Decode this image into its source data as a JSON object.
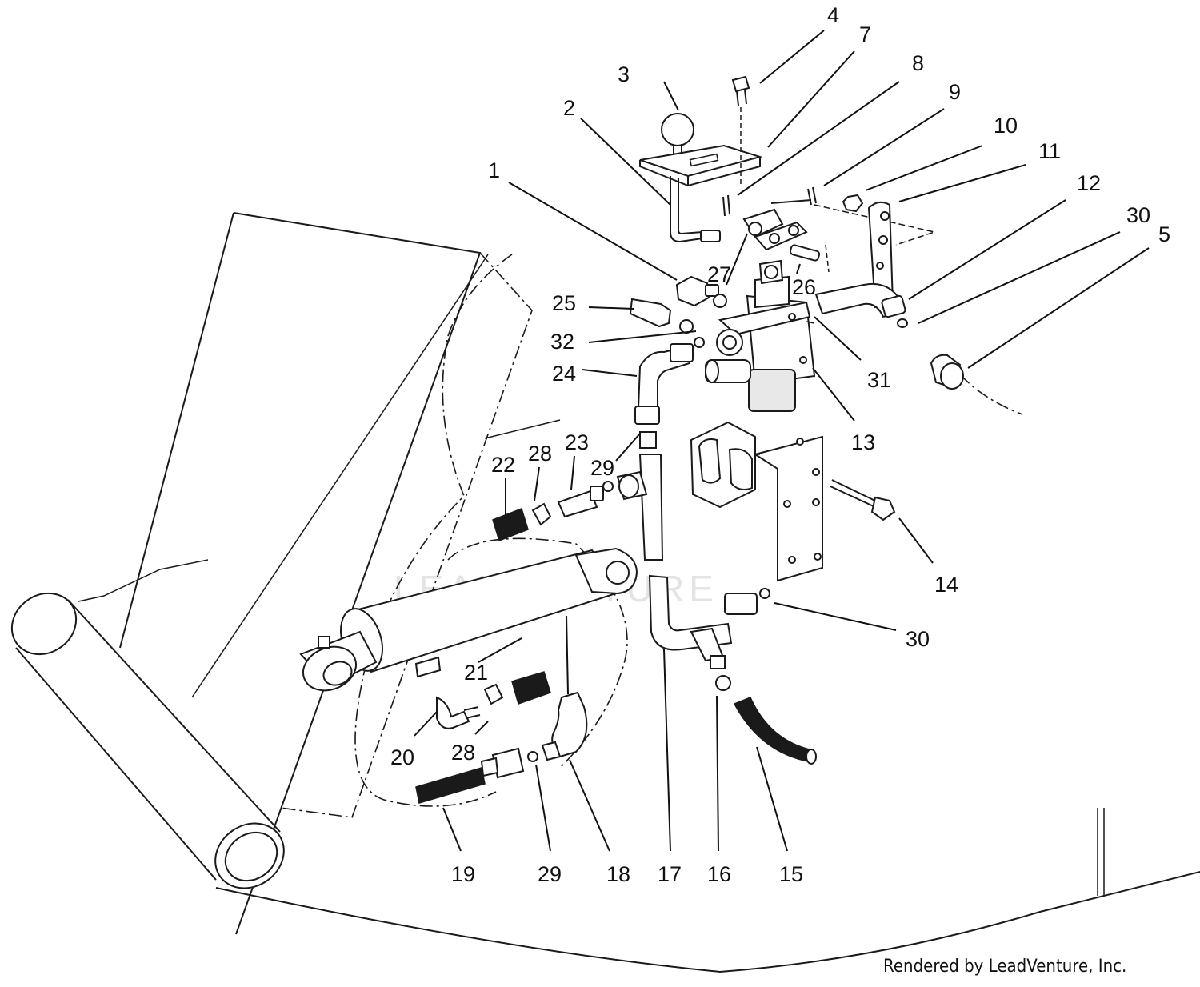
{
  "watermark": "LEADVENTURE",
  "credit": "Rendered by LeadVenture, Inc.",
  "colors": {
    "ink": "#1a1a1a",
    "background": "#ffffff",
    "watermark": "#e4e4e4"
  },
  "callouts": [
    {
      "id": "c1",
      "label": "1"
    },
    {
      "id": "c2",
      "label": "2"
    },
    {
      "id": "c3",
      "label": "3"
    },
    {
      "id": "c4",
      "label": "4"
    },
    {
      "id": "c5",
      "label": "5"
    },
    {
      "id": "c7",
      "label": "7"
    },
    {
      "id": "c8",
      "label": "8"
    },
    {
      "id": "c9",
      "label": "9"
    },
    {
      "id": "c10",
      "label": "10"
    },
    {
      "id": "c11",
      "label": "11"
    },
    {
      "id": "c12",
      "label": "12"
    },
    {
      "id": "c13",
      "label": "13"
    },
    {
      "id": "c14",
      "label": "14"
    },
    {
      "id": "c15",
      "label": "15"
    },
    {
      "id": "c16",
      "label": "16"
    },
    {
      "id": "c17",
      "label": "17"
    },
    {
      "id": "c18",
      "label": "18"
    },
    {
      "id": "c19",
      "label": "19"
    },
    {
      "id": "c20",
      "label": "20"
    },
    {
      "id": "c21",
      "label": "21"
    },
    {
      "id": "c22",
      "label": "22"
    },
    {
      "id": "c23",
      "label": "23"
    },
    {
      "id": "c24",
      "label": "24"
    },
    {
      "id": "c25",
      "label": "25"
    },
    {
      "id": "c26",
      "label": "26"
    },
    {
      "id": "c27",
      "label": "27"
    },
    {
      "id": "c28a",
      "label": "28"
    },
    {
      "id": "c28b",
      "label": "28"
    },
    {
      "id": "c29a",
      "label": "29"
    },
    {
      "id": "c29b",
      "label": "29"
    },
    {
      "id": "c30a",
      "label": "30"
    },
    {
      "id": "c30b",
      "label": "30"
    },
    {
      "id": "c31",
      "label": "31"
    },
    {
      "id": "c32",
      "label": "32"
    }
  ]
}
